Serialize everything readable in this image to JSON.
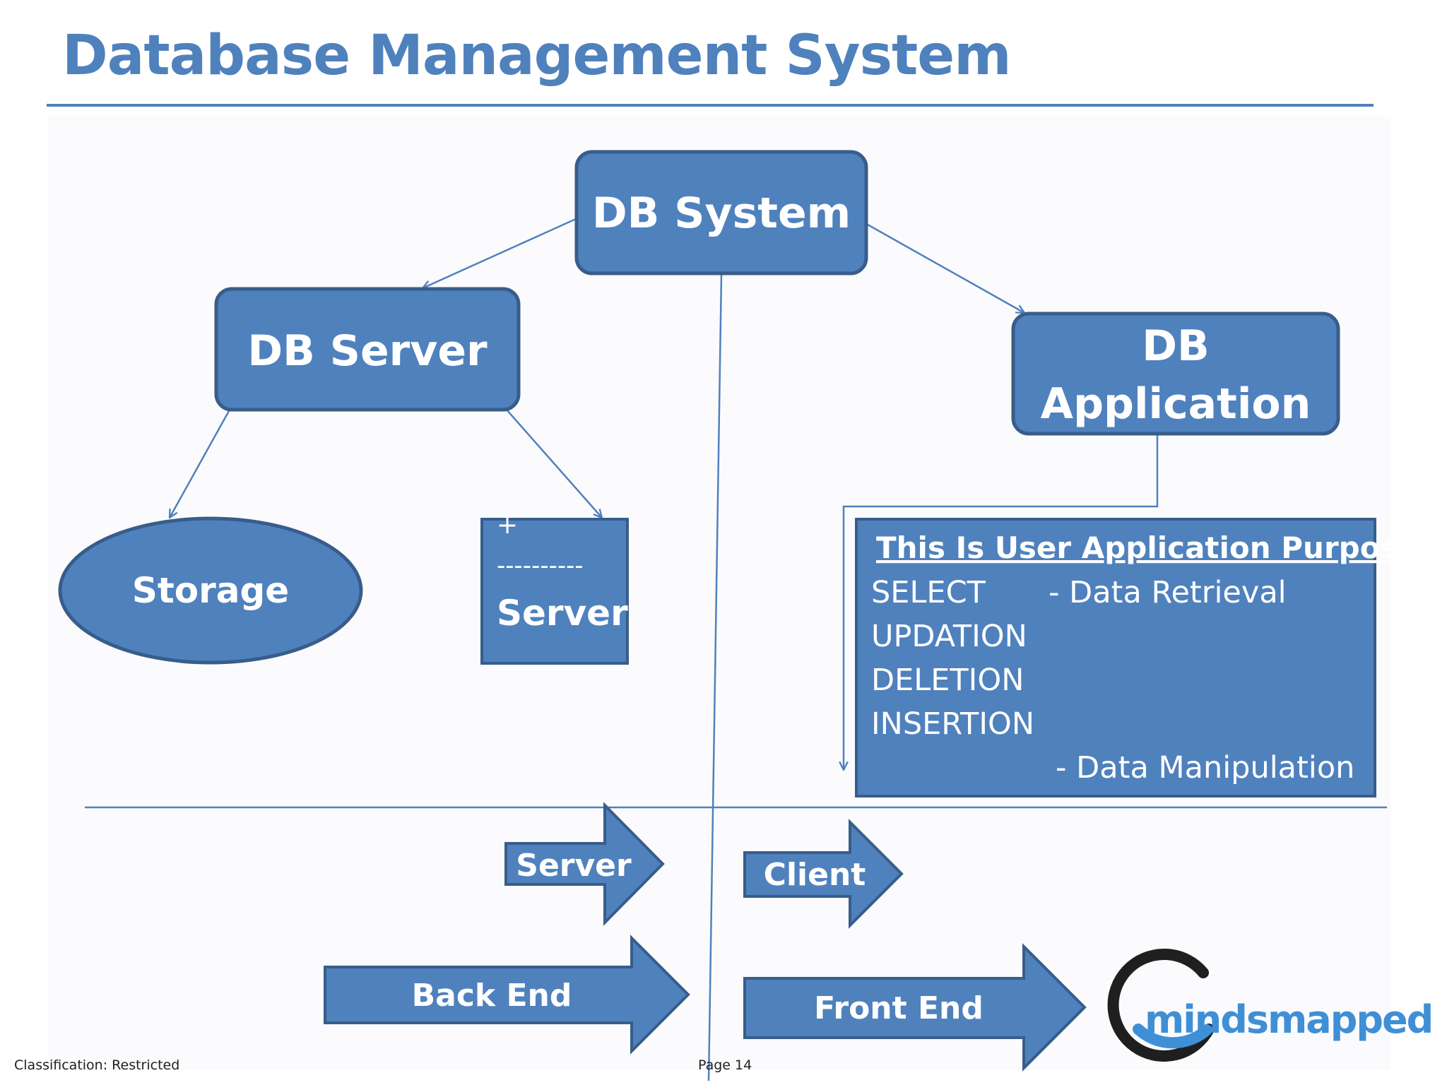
{
  "slide": {
    "title": "Database Management System"
  },
  "nodes": {
    "db_system": "DB System",
    "db_server": "DB Server",
    "db_application_line1": "DB",
    "db_application_line2": "Application",
    "storage": "Storage",
    "server_box_plus": "+",
    "server_box_dashes": "----------",
    "server_box_label": "Server"
  },
  "info_box": {
    "heading": "This Is User Application Purpose",
    "rows": [
      {
        "command": "SELECT",
        "description": "- Data Retrieval"
      },
      {
        "command": "UPDATION",
        "description": ""
      },
      {
        "command": "DELETION",
        "description": ""
      },
      {
        "command": "INSERTION",
        "description": ""
      }
    ],
    "footer_description": "- Data Manipulation"
  },
  "arrows": {
    "server": "Server",
    "client": "Client",
    "back_end": "Back End",
    "front_end": "Front End"
  },
  "logo": {
    "text": "mindsmapped"
  },
  "footer": {
    "classification": "Classification: Restricted",
    "page": "Page 14"
  },
  "colors": {
    "title": "#4f81bd",
    "node_fill": "#4f81bd",
    "node_border": "#385d8a",
    "connector": "#4f81bd",
    "logo_ring": "#1f1f1f",
    "logo_blue": "#3f8fd6"
  }
}
